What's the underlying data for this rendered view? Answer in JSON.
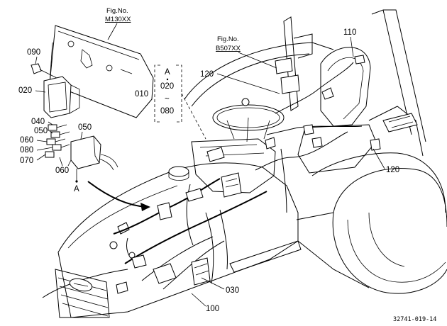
{
  "figure_refs": [
    {
      "line1": "Fig.No.",
      "line2": "M130XX"
    },
    {
      "line1": "Fig.No.",
      "line2": "B507XX"
    }
  ],
  "callouts": {
    "c090": "090",
    "c020": "020",
    "c040": "040",
    "c050a": "050",
    "c050b": "050",
    "c060a": "060",
    "c060b": "060",
    "c080": "080",
    "c070": "070",
    "c110": "110",
    "c120a": "120",
    "c120b": "120",
    "c030": "030",
    "c100": "100"
  },
  "range_group": {
    "label": "010",
    "marker": "A",
    "from": "020",
    "tilde": "~",
    "to": "080"
  },
  "view_marker": "A",
  "drawing_id": "32741-019-14"
}
